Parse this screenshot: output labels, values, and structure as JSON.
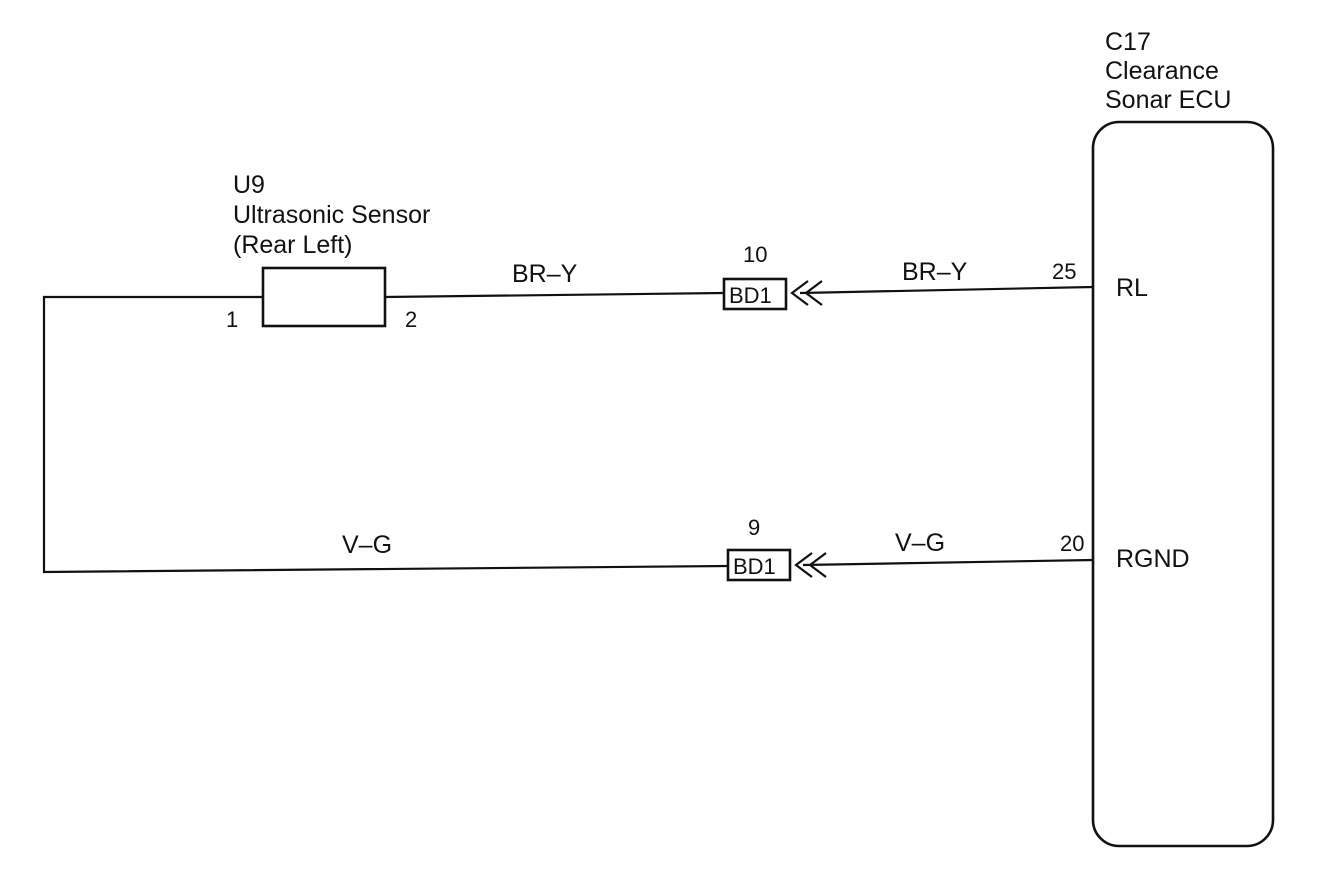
{
  "ecu": {
    "code": "C17",
    "name_line1": "Clearance",
    "name_line2": "Sonar ECU",
    "terminals": [
      {
        "pin": "25",
        "name": "RL"
      },
      {
        "pin": "20",
        "name": "RGND"
      }
    ]
  },
  "sensor": {
    "code": "U9",
    "name_line1": "Ultrasonic Sensor",
    "name_line2": "(Rear Left)",
    "pin_left": "1",
    "pin_right": "2"
  },
  "connectors": [
    {
      "id": "BD1",
      "pin": "10"
    },
    {
      "id": "BD1",
      "pin": "9"
    }
  ],
  "wires": {
    "top_left": "BR–Y",
    "top_right": "BR–Y",
    "bottom_left": "V–G",
    "bottom_right": "V–G"
  }
}
